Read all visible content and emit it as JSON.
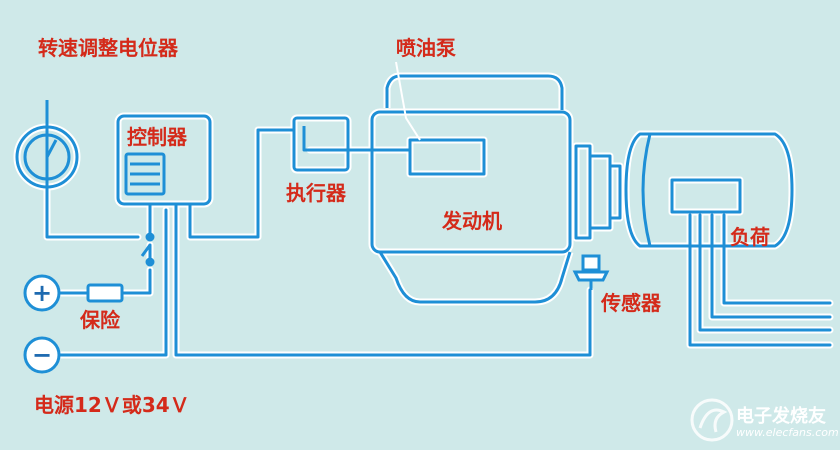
{
  "labels": {
    "speed_pot": "转速调整电位器",
    "injection_pump": "喷油泵",
    "controller": "控制器",
    "actuator": "执行器",
    "engine": "发动机",
    "load": "负荷",
    "sensor": "传感器",
    "fuse": "保险",
    "power": "电源12Ｖ或34Ｖ"
  },
  "symbols": {
    "plus": "+",
    "minus": "−"
  },
  "watermark": {
    "cn": "电子发烧友",
    "en": "www.elecfans.com"
  },
  "colors": {
    "background": "#cfe9e9",
    "wire": "#1e8fd6",
    "label": "#d42a1a",
    "outline": "#ffffff"
  },
  "icons": [
    "gauge-icon",
    "plus-terminal-icon",
    "minus-terminal-icon",
    "fuse-icon",
    "switch-icon",
    "sensor-icon",
    "logo-icon"
  ]
}
